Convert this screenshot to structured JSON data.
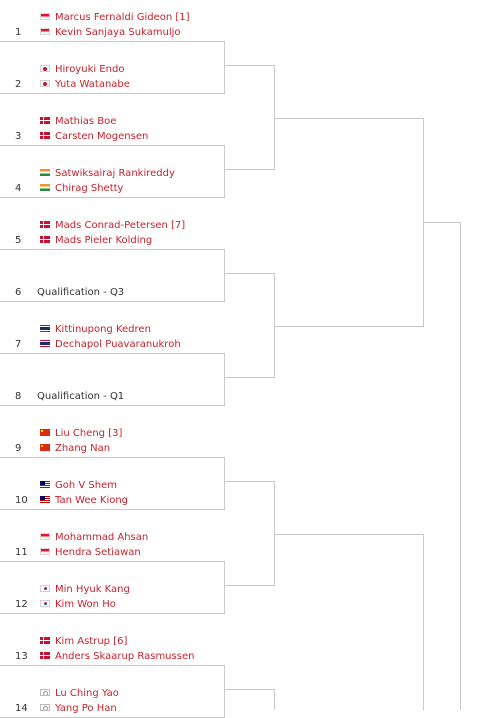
{
  "bracket": {
    "entries": [
      {
        "seed": "1",
        "players": [
          {
            "name": "Marcus Fernaldi Gideon [1]",
            "flag": "flag-indonesia"
          },
          {
            "name": "Kevin Sanjaya Sukamuljo",
            "flag": "flag-indonesia"
          }
        ]
      },
      {
        "seed": "2",
        "players": [
          {
            "name": "Hiroyuki Endo",
            "flag": "flag-japan"
          },
          {
            "name": "Yuta Watanabe",
            "flag": "flag-japan"
          }
        ]
      },
      {
        "seed": "3",
        "players": [
          {
            "name": "Mathias Boe",
            "flag": "flag-denmark"
          },
          {
            "name": "Carsten Mogensen",
            "flag": "flag-denmark"
          }
        ]
      },
      {
        "seed": "4",
        "players": [
          {
            "name": "Satwiksairaj Rankireddy",
            "flag": "flag-india"
          },
          {
            "name": "Chirag Shetty",
            "flag": "flag-india"
          }
        ]
      },
      {
        "seed": "5",
        "players": [
          {
            "name": "Mads Conrad-Petersen [7]",
            "flag": "flag-denmark"
          },
          {
            "name": "Mads Pieler Kolding",
            "flag": "flag-denmark"
          }
        ]
      },
      {
        "seed": "6",
        "qualification": "Qualification - Q3"
      },
      {
        "seed": "7",
        "players": [
          {
            "name": "Kittinupong Kedren",
            "flag": "flag-thailand"
          },
          {
            "name": "Dechapol Puavaranukroh",
            "flag": "flag-thailand"
          }
        ]
      },
      {
        "seed": "8",
        "qualification": "Qualification - Q1"
      },
      {
        "seed": "9",
        "players": [
          {
            "name": "Liu Cheng [3]",
            "flag": "flag-china"
          },
          {
            "name": "Zhang Nan",
            "flag": "flag-china"
          }
        ]
      },
      {
        "seed": "10",
        "players": [
          {
            "name": "Goh V Shem",
            "flag": "flag-malaysia"
          },
          {
            "name": "Tan Wee Kiong",
            "flag": "flag-malaysia"
          }
        ]
      },
      {
        "seed": "11",
        "players": [
          {
            "name": "Mohammad Ahsan",
            "flag": "flag-indonesia"
          },
          {
            "name": "Hendra Setiawan",
            "flag": "flag-indonesia"
          }
        ]
      },
      {
        "seed": "12",
        "players": [
          {
            "name": "Min Hyuk Kang",
            "flag": "flag-korea"
          },
          {
            "name": "Kim Won Ho",
            "flag": "flag-korea"
          }
        ]
      },
      {
        "seed": "13",
        "players": [
          {
            "name": "Kim Astrup [6]",
            "flag": "flag-denmark"
          },
          {
            "name": "Anders Skaarup Rasmussen",
            "flag": "flag-denmark"
          }
        ]
      },
      {
        "seed": "14",
        "players": [
          {
            "name": "Lu Ching Yao",
            "flag": "flag-taipei"
          },
          {
            "name": "Yang Po Han",
            "flag": "flag-taipei"
          }
        ]
      }
    ]
  },
  "colors": {
    "player_text": "#c8232c",
    "seed_text": "#333333",
    "line": "#c9c9c9"
  }
}
